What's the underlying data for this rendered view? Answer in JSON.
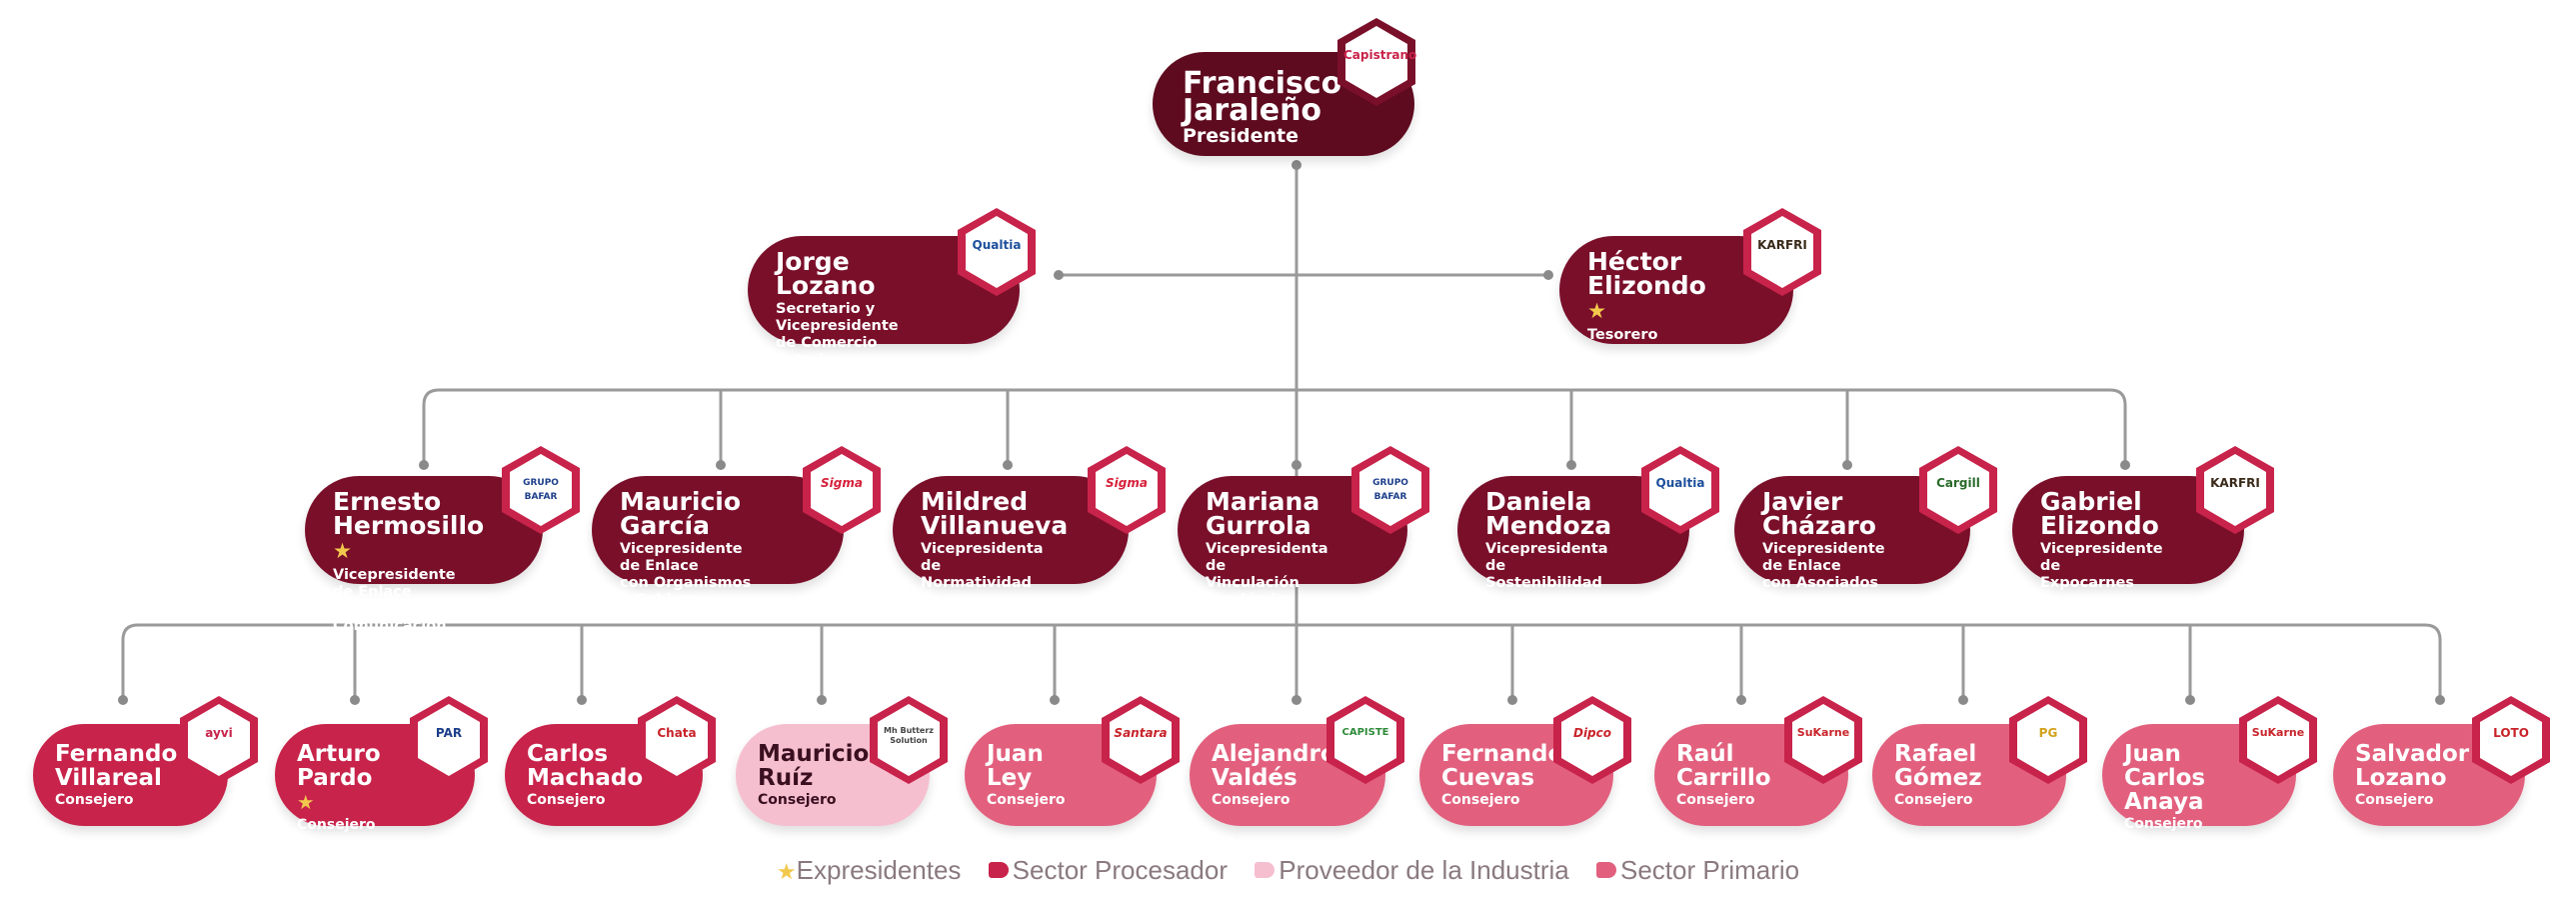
{
  "colors": {
    "top": "#5e0a1f",
    "officer": "#7a0f2a",
    "sector_procesador": "#c8234a",
    "proveedor_industria": "#f6bfd0",
    "sector_primario": "#e2607e",
    "connector": "#9a9a9a",
    "star": "#f2c94c"
  },
  "president": {
    "name": "Francisco\nJaraleño",
    "role": "Presidente",
    "logo": "Capistrano"
  },
  "secretary": {
    "name": "Jorge\nLozano",
    "role": "Secretario y Vicepresidente\nde Comercio Exterior",
    "logo": "Qualtia"
  },
  "treasurer": {
    "name": "Héctor\nElizondo",
    "role": "Tesorero",
    "logo": "KARFRI"
  },
  "vice_presidents": [
    {
      "name": "Ernesto\nHermosillo",
      "role": "Vicepresidente de Enlace\nLegislativo y Comunicación",
      "logo": "GRUPO BAFAR",
      "star": true
    },
    {
      "name": "Mauricio\nGarcía",
      "role": "Vicepresidente de Enlace\ncon Organismos y Gobierno",
      "logo": "Sigma",
      "star": false
    },
    {
      "name": "Mildred\nVillanueva",
      "role": "Vicepresidenta de\nNormatividad",
      "logo": "Sigma",
      "star": false
    },
    {
      "name": "Mariana\nGurrola",
      "role": "Vicepresidenta de\nVinculación Académica",
      "logo": "GRUPO BAFAR",
      "star": false
    },
    {
      "name": "Daniela\nMendoza",
      "role": "Vicepresidenta de\nSostenibilidad",
      "logo": "Qualtia",
      "star": false
    },
    {
      "name": "Javier\nCházaro",
      "role": "Vicepresidente de Enlace\ncon Asociados",
      "logo": "Cargill",
      "star": false
    },
    {
      "name": "Gabriel\nElizondo",
      "role": "Vicepresidente de\nExpocarnes",
      "logo": "KARFRI",
      "star": false
    }
  ],
  "counselors": [
    {
      "name": "Fernando\nVillareal",
      "role": "Consejero",
      "logo": "ayvi",
      "sector": "procesador",
      "star": false
    },
    {
      "name": "Arturo\nPardo",
      "role": "Consejero",
      "logo": "PAR",
      "sector": "procesador",
      "star": true
    },
    {
      "name": "Carlos\nMachado",
      "role": "Consejero",
      "logo": "Chata",
      "sector": "procesador",
      "star": false
    },
    {
      "name": "Mauricio\nRuíz",
      "role": "Consejero",
      "logo": "Mh Butterz Solution",
      "sector": "proveedor",
      "star": false
    },
    {
      "name": "Juan\nLey",
      "role": "Consejero",
      "logo": "Santara",
      "sector": "primario",
      "star": false
    },
    {
      "name": "Alejandro\nValdés",
      "role": "Consejero",
      "logo": "CAPISTE",
      "sector": "primario",
      "star": false
    },
    {
      "name": "Fernando\nCuevas",
      "role": "Consejero",
      "logo": "Dipco",
      "sector": "primario",
      "star": false
    },
    {
      "name": "Raúl\nCarrillo",
      "role": "Consejero",
      "logo": "SuKarne",
      "sector": "primario",
      "star": false
    },
    {
      "name": "Rafael\nGómez",
      "role": "Consejero",
      "logo": "PG",
      "sector": "primario",
      "star": false
    },
    {
      "name": "Juan\nCarlos Anaya",
      "role": "Consejero",
      "logo": "SuKarne",
      "sector": "primario",
      "star": false
    },
    {
      "name": "Salvador\nLozano",
      "role": "Consejero",
      "logo": "LOTO",
      "sector": "primario",
      "star": false
    }
  ],
  "legend": [
    {
      "label": "Expresidentes",
      "marker": "star"
    },
    {
      "label": "Sector Procesador",
      "marker": "procesador"
    },
    {
      "label": "Proveedor de la Industria",
      "marker": "proveedor"
    },
    {
      "label": "Sector Primario",
      "marker": "primario"
    }
  ]
}
